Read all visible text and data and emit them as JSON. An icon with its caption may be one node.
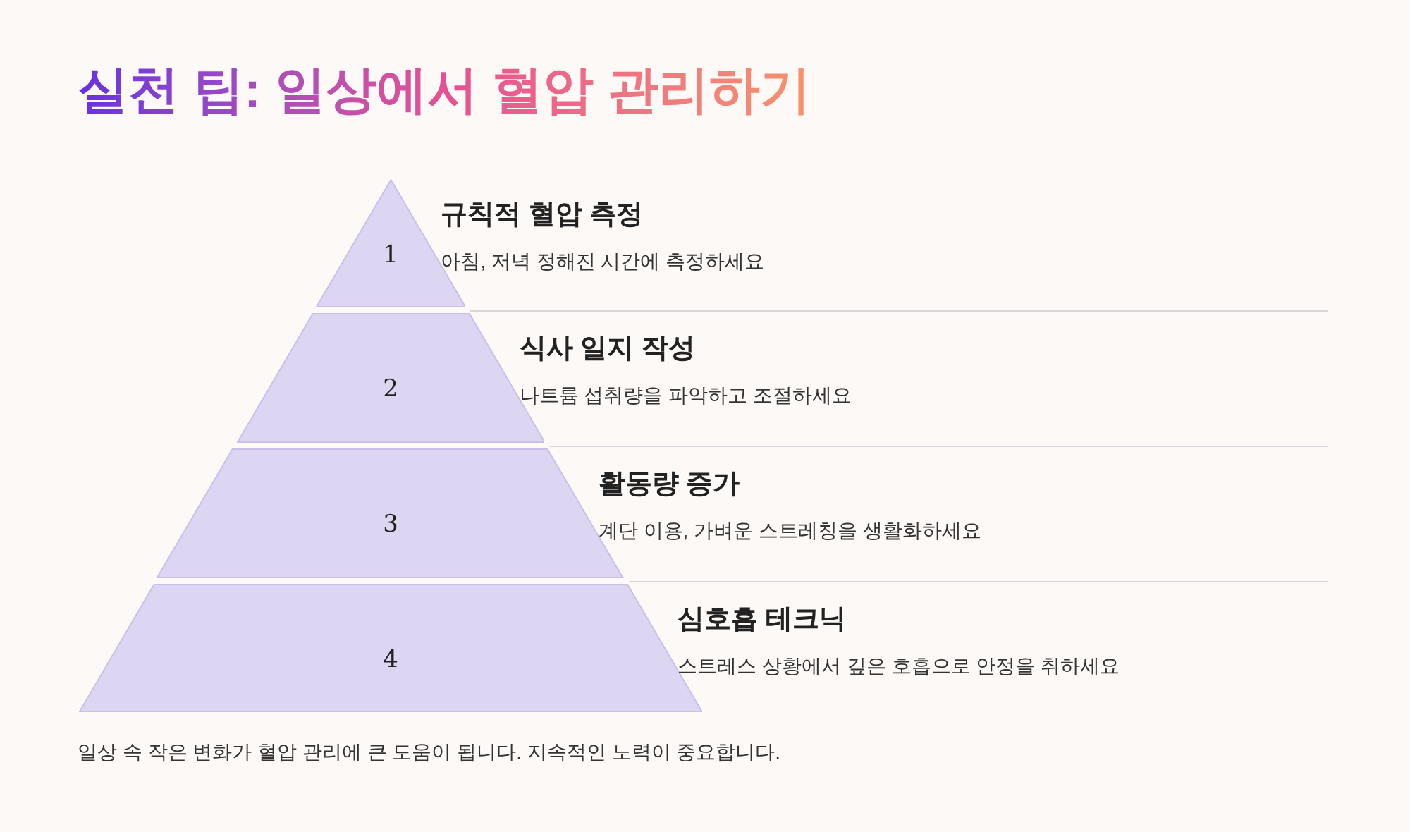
{
  "diagram": {
    "title": "실천 팁: 일상에서 혈압 관리하기",
    "caption": "일상 속 작은 변화가 혈압 관리에 큰 도움이 됩니다. 지속적인 노력이 중요합니다.",
    "nodes": [
      {
        "text": [
          "1"
        ],
        "beside": [
          "규칙적 혈압 측정",
          "아침, 저녁 정해진 시간에 측정하세요"
        ]
      },
      {
        "text": [
          "2"
        ],
        "beside": [
          "식사 일지 작성",
          "나트륨 섭취량을 파악하고 조절하세요"
        ]
      },
      {
        "text": [
          "3"
        ],
        "beside": [
          "활동량 증가",
          "계단 이용, 가벼운 스트레칭을 생활화하세요"
        ]
      },
      {
        "text": [
          "4"
        ],
        "beside": [
          "심호흡 테크닉",
          "스트레스 상황에서 깊은 호흡으로 안정을 취하세요"
        ]
      }
    ]
  }
}
